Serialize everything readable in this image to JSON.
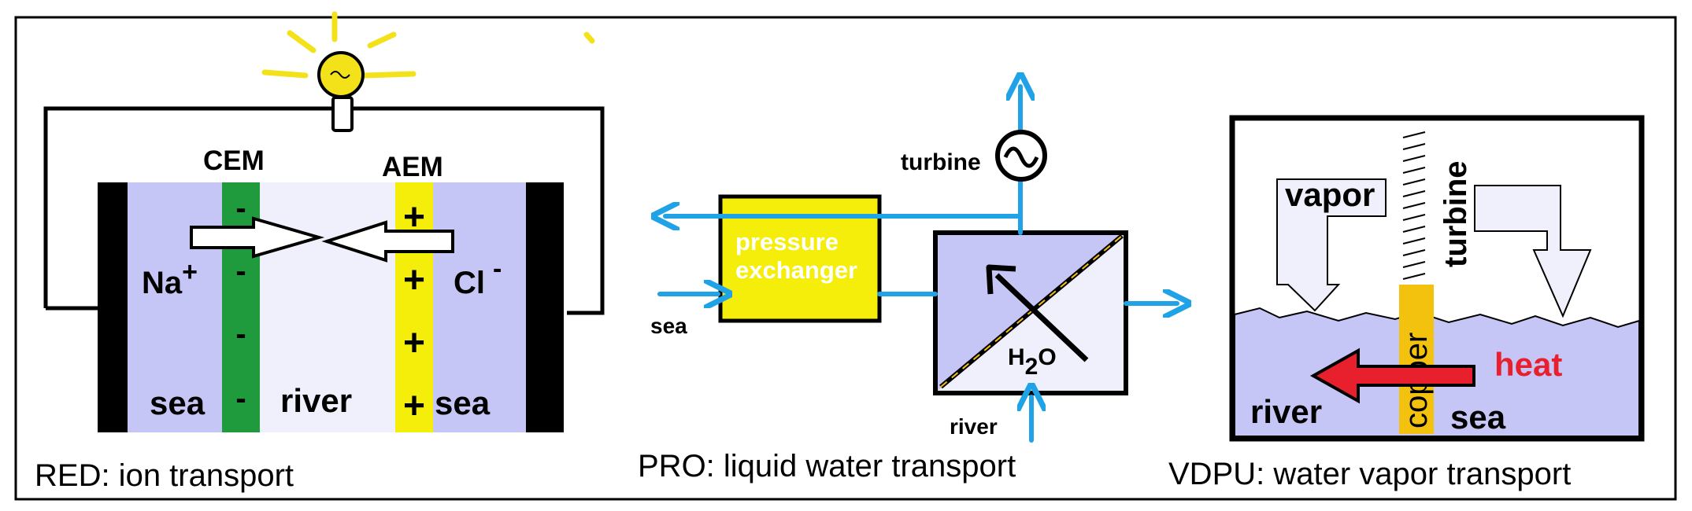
{
  "colors": {
    "frame": "#000000",
    "electrolyte": "#c6c6f6",
    "river_compartment": "#f0f0fc",
    "cem": "#1f9a3c",
    "aem": "#f5ee0a",
    "flow_blue": "#1fa2e6",
    "bulb": "#f3e21a",
    "heat_red": "#e8202e",
    "copper": "#f3c20f",
    "vapor_fill": "#f0f0fc",
    "vdpu_sea": "#c6c6f6"
  },
  "icons": [
    "light-bulb-icon",
    "turbine-icon",
    "arrow-right-icon",
    "arrow-left-icon"
  ],
  "red": {
    "cem_label": "CEM",
    "aem_label": "AEM",
    "cation": "Na",
    "cation_charge": "+",
    "anion": "Cl",
    "anion_charge": "-",
    "cem_charge": "-",
    "aem_charge": "+",
    "left_label": "sea",
    "middle_label": "river",
    "right_label": "sea",
    "caption": "RED:  ion transport"
  },
  "pro": {
    "exchanger_line1": "pressure",
    "exchanger_line2": "exchanger",
    "turbine_label": "turbine",
    "sea_label": "sea",
    "river_label": "river",
    "h2o_h": "H",
    "h2o_sub": "2",
    "h2o_o": "O",
    "caption": "PRO: liquid water transport"
  },
  "vdpu": {
    "vapor_label": "vapor",
    "turbine_label": "turbine",
    "copper_label": "copper",
    "heat_label": "heat",
    "river_label": "river",
    "sea_label": "sea",
    "caption": "VDPU: water vapor transport"
  }
}
